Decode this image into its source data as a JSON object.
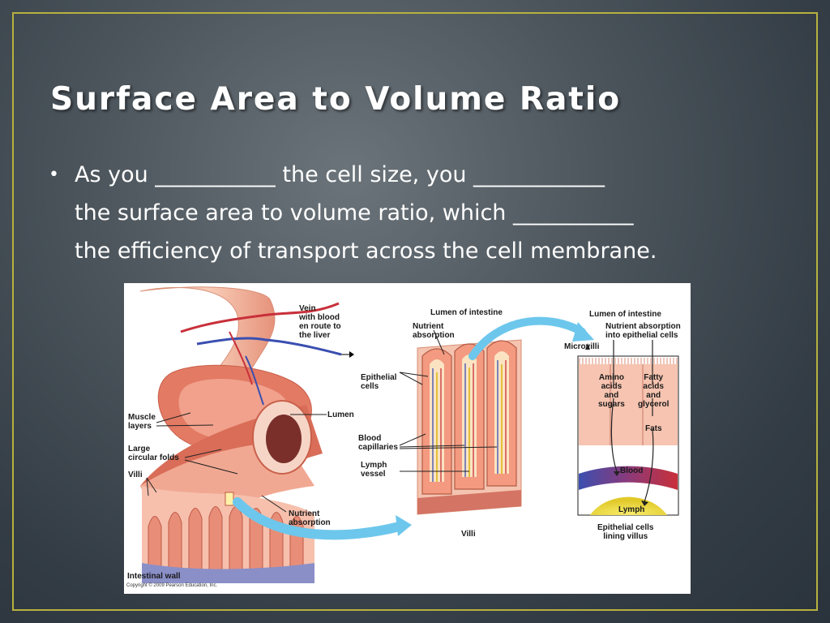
{
  "slide": {
    "title": "Surface Area to Volume Ratio",
    "bullet_marker": "•",
    "bullet_line1": "As you ___________ the cell size, you ____________",
    "bullet_line2": "the surface area to volume ratio, which ___________",
    "bullet_line3": "the efficiency of transport across the cell membrane."
  },
  "figure": {
    "labels": {
      "vein": "Vein\nwith blood\nen route to\nthe liver",
      "lumen": "Lumen",
      "muscle_layers": "Muscle\nlayers",
      "circular_folds": "Large\ncircular folds",
      "villi_left": "Villi",
      "nutrient_absorption_bottom": "Nutrient\nabsorption",
      "intestinal_wall": "Intestinal wall",
      "copyright": "Copyright © 2009 Pearson Education, Inc.",
      "lumen_of_intestine_mid": "Lumen of intestine",
      "nutrient_absorption_mid": "Nutrient\nabsorption",
      "epithelial_cells": "Epithelial\ncells",
      "blood_capillaries": "Blood\ncapillaries",
      "lymph_vessel": "Lymph\nvessel",
      "villi_mid": "Villi",
      "lumen_of_intestine_right": "Lumen of intestine",
      "nutrient_absorption_epithelial": "Nutrient absorption\ninto epithelial cells",
      "microvilli": "Microvilli",
      "amino_acids": "Amino\nacids\nand\nsugars",
      "fatty_acids": "Fatty\nacids\nand\nglycerol",
      "fats": "Fats",
      "blood": "Blood",
      "lymph": "Lymph",
      "epithelial_cells_lining": "Epithelial cells\nlining villus"
    }
  }
}
